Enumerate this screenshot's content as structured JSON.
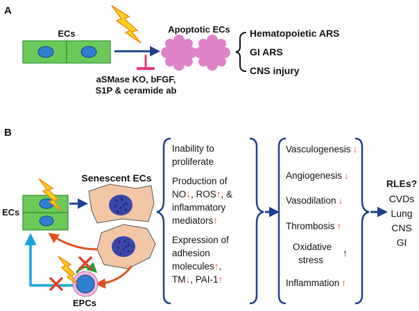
{
  "panelA": {
    "label": "A",
    "ecs_label": "ECs",
    "apoptotic_label": "Apoptotic ECs",
    "inhibitors_line1": "aSMase KO, bFGF,",
    "inhibitors_line2": "S1P & ceramide ab",
    "outcomes": [
      "Hematopoietic ARS",
      "GI ARS",
      "CNS injury"
    ]
  },
  "panelB": {
    "label": "B",
    "senescent_label": "Senescent ECs",
    "ecs_label": "ECs",
    "epcs_label": "EPCs",
    "box1": {
      "item1": [
        "Inability to",
        "proliferate"
      ],
      "item2": [
        "Production of",
        "NO",
        ", ROS",
        ", &",
        "inflammatory",
        "mediators"
      ],
      "item3": [
        "Expression of",
        "adhesion",
        "molecules",
        ",",
        "TM",
        ", PAI-1"
      ]
    },
    "box2": [
      "Vasculogenesis",
      "Angiogenesis",
      "Vasodilation",
      "Thrombosis",
      "Oxidative",
      "stress",
      "Inflammation"
    ],
    "rles": {
      "title": "RLEs?",
      "items": [
        "CVDs",
        "Lung",
        "CNS",
        "GI"
      ]
    }
  },
  "colors": {
    "cell_green": "#6dc85a",
    "nucleus_blue": "#2f7fd1",
    "apoptotic_pink": "#e082c8",
    "senescent_tan": "#f3c7a5",
    "arrow_navy": "#1f3f8f",
    "arrow_red": "#e0501f",
    "arrow_cyan": "#1aa3e0",
    "lightning_yellow": "#ffd21a",
    "inhibitor_pink": "#e6397a",
    "epc_pink": "#f1b6e0"
  }
}
